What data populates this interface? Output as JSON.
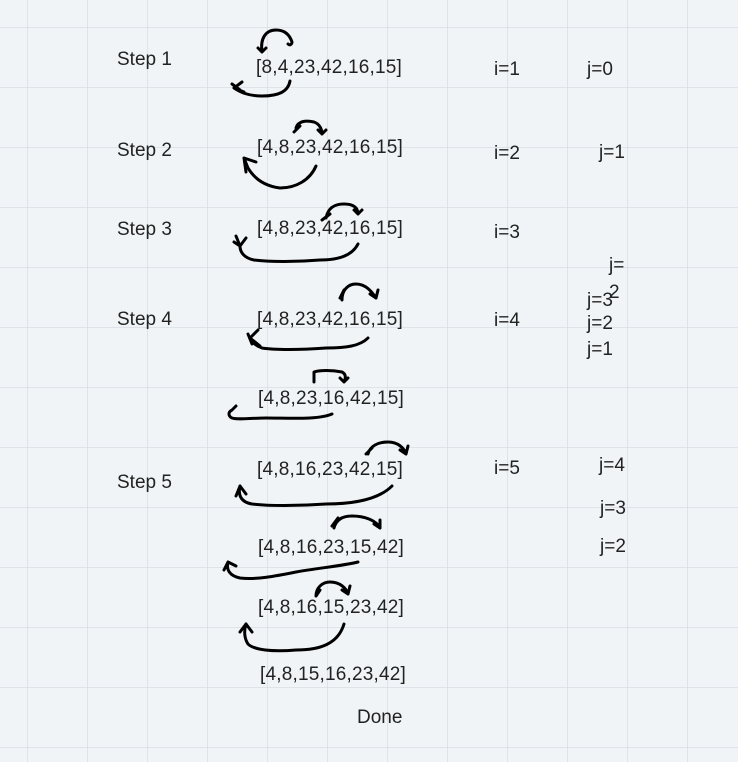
{
  "steps": [
    {
      "label": "Step 1",
      "i": "i=1",
      "rows": [
        "[8,4,23,42,16,15]"
      ],
      "j": [
        "j=0"
      ]
    },
    {
      "label": "Step 2",
      "i": "i=2",
      "rows": [
        "[4,8,23,42,16,15]"
      ],
      "j": [
        "j=1"
      ]
    },
    {
      "label": "Step 3",
      "i": "i=3",
      "rows": [
        "[4,8,23,42,16,15]"
      ],
      "j": [
        "j=",
        "2"
      ]
    },
    {
      "label": "Step 4",
      "i": "i=4",
      "rows": [
        "[4,8,23,42,16,15]",
        "[4,8,23,16,42,15]"
      ],
      "j": [
        "j=3",
        "j=2",
        "j=1"
      ]
    },
    {
      "label": "Step 5",
      "i": "i=5",
      "rows": [
        "[4,8,16,23,42,15]",
        "[4,8,16,23,15,42]",
        "[4,8,16,15,23,42]",
        "[4,8,15,16,23,42]"
      ],
      "j": [
        "j=4",
        "j=3",
        "j=2"
      ]
    }
  ],
  "done": "Done",
  "ink_color": "#000000",
  "background": "#f1f4f7"
}
